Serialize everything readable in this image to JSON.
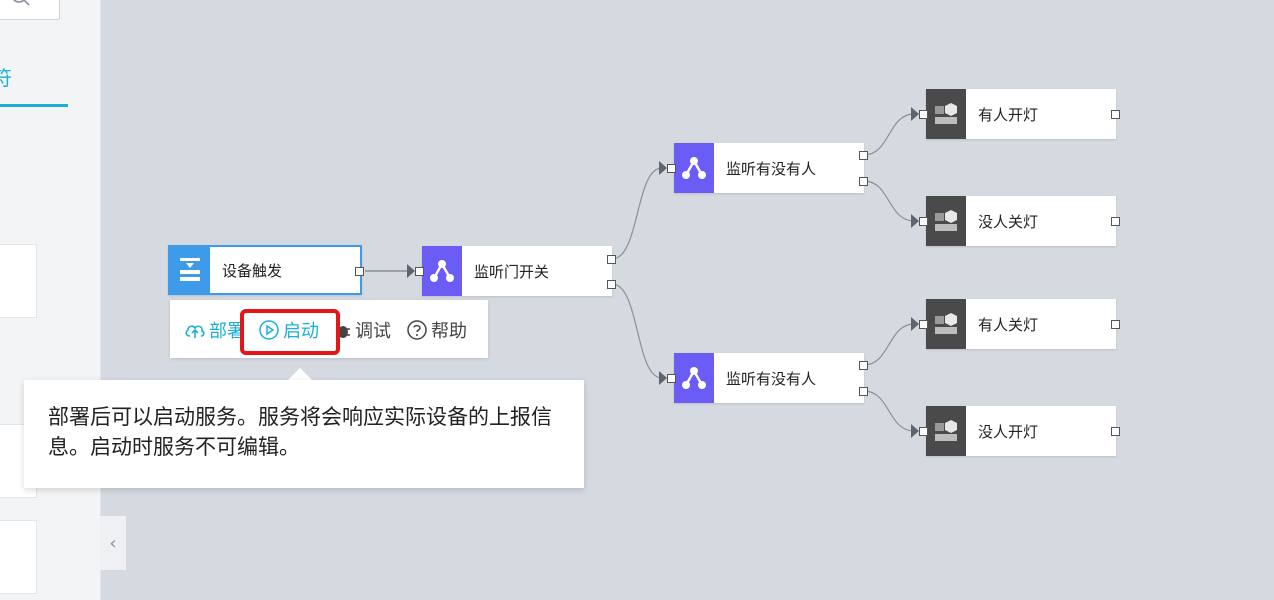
{
  "colors": {
    "accent": "#1ab0d8",
    "trigger_icon_bg": "#3d9be9",
    "listener_icon_bg": "#6b5cf6",
    "action_icon_bg": "#4a4a4a",
    "highlight": "#e51616"
  },
  "sidebar": {
    "tab_label": "符"
  },
  "nodes": {
    "trigger": {
      "label": "设备触发",
      "icon": "device-trigger-icon"
    },
    "door_listener": {
      "label": "监听门开关",
      "icon": "listener-icon"
    },
    "presence_top": {
      "label": "监听有没有人",
      "icon": "listener-icon"
    },
    "presence_bottom": {
      "label": "监听有没有人",
      "icon": "listener-icon"
    },
    "action_1": {
      "label": "有人开灯",
      "icon": "device-action-icon"
    },
    "action_2": {
      "label": "没人关灯",
      "icon": "device-action-icon"
    },
    "action_3": {
      "label": "有人关灯",
      "icon": "device-action-icon"
    },
    "action_4": {
      "label": "没人开灯",
      "icon": "device-action-icon"
    }
  },
  "toolbar": {
    "deploy_label": "部署",
    "start_label": "启动",
    "debug_label": "调试",
    "help_label": "帮助"
  },
  "tooltip": {
    "text": "部署后可以启动服务。服务将会响应实际设备的上报信息。启动时服务不可编辑。"
  }
}
